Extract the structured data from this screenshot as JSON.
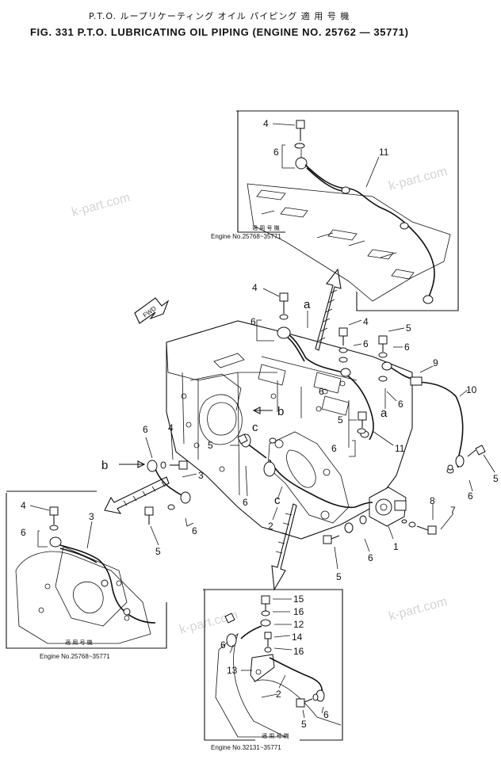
{
  "header": {
    "subtitle_jp": "P.T.O. ループリケーティング オイル パイピング   適 用 号 機",
    "title": "FIG. 331  P.T.O. LUBRICATING OIL PIPING (ENGINE NO. 25762 — 35771)"
  },
  "watermark": "k-part.com",
  "fwd_label": "FWD",
  "insets": {
    "top": {
      "note_jp": "適 用 号 機",
      "note": "Engine No.25768~35771"
    },
    "left": {
      "note_jp": "適 用 号 機",
      "note": "Engine No.25768~35771"
    },
    "bottom": {
      "note_jp": "適 用 号 機",
      "note": "Engine No.32131~35771"
    }
  },
  "callouts": {
    "top": [
      "4",
      "6",
      "11"
    ],
    "main": [
      "4",
      "6",
      "a",
      "4",
      "6",
      "5",
      "6",
      "9",
      "10",
      "6",
      "b",
      "c",
      "6",
      "a",
      "11",
      "6",
      "5",
      "b",
      "3",
      "6",
      "4",
      "6",
      "c",
      "5",
      "5",
      "6",
      "2",
      "8",
      "7",
      "1",
      "6",
      "5",
      "5",
      "6"
    ],
    "left": [
      "4",
      "6",
      "3"
    ],
    "bottom": [
      "15",
      "16",
      "12",
      "14",
      "16",
      "6",
      "13",
      "2",
      "6",
      "5"
    ]
  }
}
